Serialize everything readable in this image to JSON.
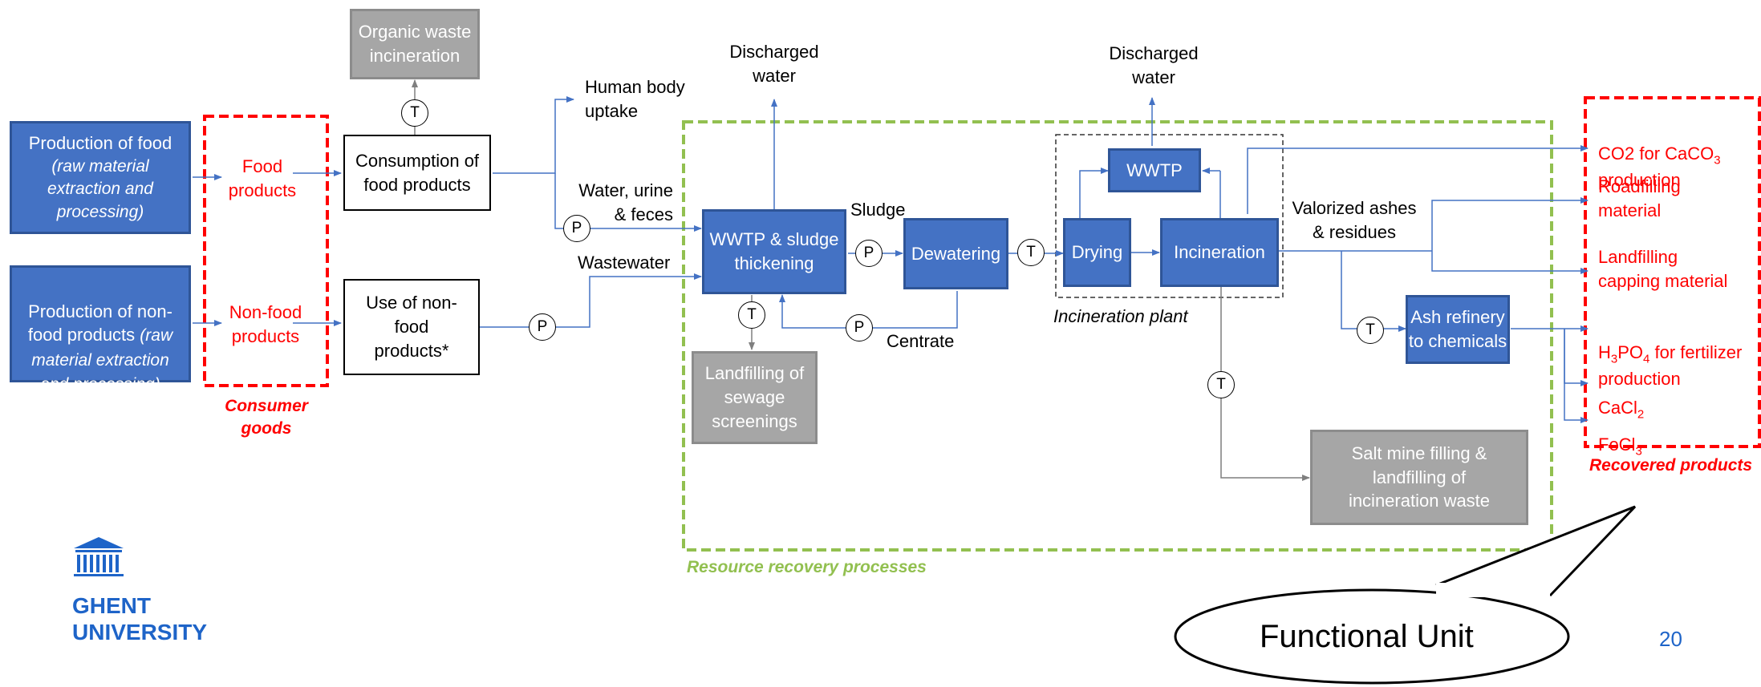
{
  "boxes": {
    "prod_food_title": "Production of food",
    "prod_food_sub": "(raw material\nextraction and\nprocessing)",
    "prod_nonfood_title": "Production of non-\nfood products ",
    "prod_nonfood_sub": "(raw\nmaterial extraction\nand processing)",
    "food_products": "Food\nproducts",
    "nonfood_products": "Non-food\nproducts",
    "consumer_goods": "Consumer\ngoods",
    "organic_waste": "Organic waste\nincineration",
    "consumption_food": "Consumption of\nfood products",
    "use_nonfood": "Use of non-\nfood\nproducts*",
    "wwtp_sludge": "WWTP & sludge\nthickening",
    "dewatering": "Dewatering",
    "drying": "Drying",
    "incineration": "Incineration",
    "wwtp_small": "WWTP",
    "landfill_screenings": "Landfilling of\nsewage\nscreenings",
    "salt_mine": "Salt mine filling &\nlandfilling of\nincineration waste",
    "ash_refinery": "Ash refinery\nto chemicals"
  },
  "labels": {
    "human_body": "Human body\nuptake",
    "water_urine": "Water, urine\n& feces",
    "wastewater": "Wastewater",
    "sludge": "Sludge",
    "centrate": "Centrate",
    "discharged_water_1": "Discharged\nwater",
    "discharged_water_2": "Discharged\nwater",
    "valorized_ashes": "Valorized ashes\n& residues",
    "incineration_plant": "Incineration plant",
    "resource_recovery": "Resource recovery processes",
    "recovered_products": "Recovered products",
    "functional_unit": "Functional Unit",
    "page_number": "20",
    "logo_line1": "GHENT",
    "logo_line2": "UNIVERSITY"
  },
  "products": {
    "co2": "CO2 for CaCO",
    "co2_sub": "3",
    "co2_line2": "production",
    "roadfilling": "Roadfilling\nmaterial",
    "landfilling_capping": "Landfilling\ncapping material",
    "h3po4_a": "H",
    "h3po4_s1": "3",
    "h3po4_b": "PO",
    "h3po4_s2": "4",
    "h3po4_c": " for fertilizer",
    "h3po4_line2": "production",
    "cacl2": "CaCl",
    "cacl2_sub": "2",
    "fecl3": "FeCl",
    "fecl3_sub": "3"
  },
  "markers": {
    "transport": "T",
    "process": "P"
  },
  "colors": {
    "process_blue": "#4472c4",
    "waste_gray": "#a6a6a6",
    "arrow_blue": "#4472c4",
    "red_text": "#ff0000",
    "green_boundary": "#92c050",
    "ghent_blue": "#1e64c8"
  }
}
